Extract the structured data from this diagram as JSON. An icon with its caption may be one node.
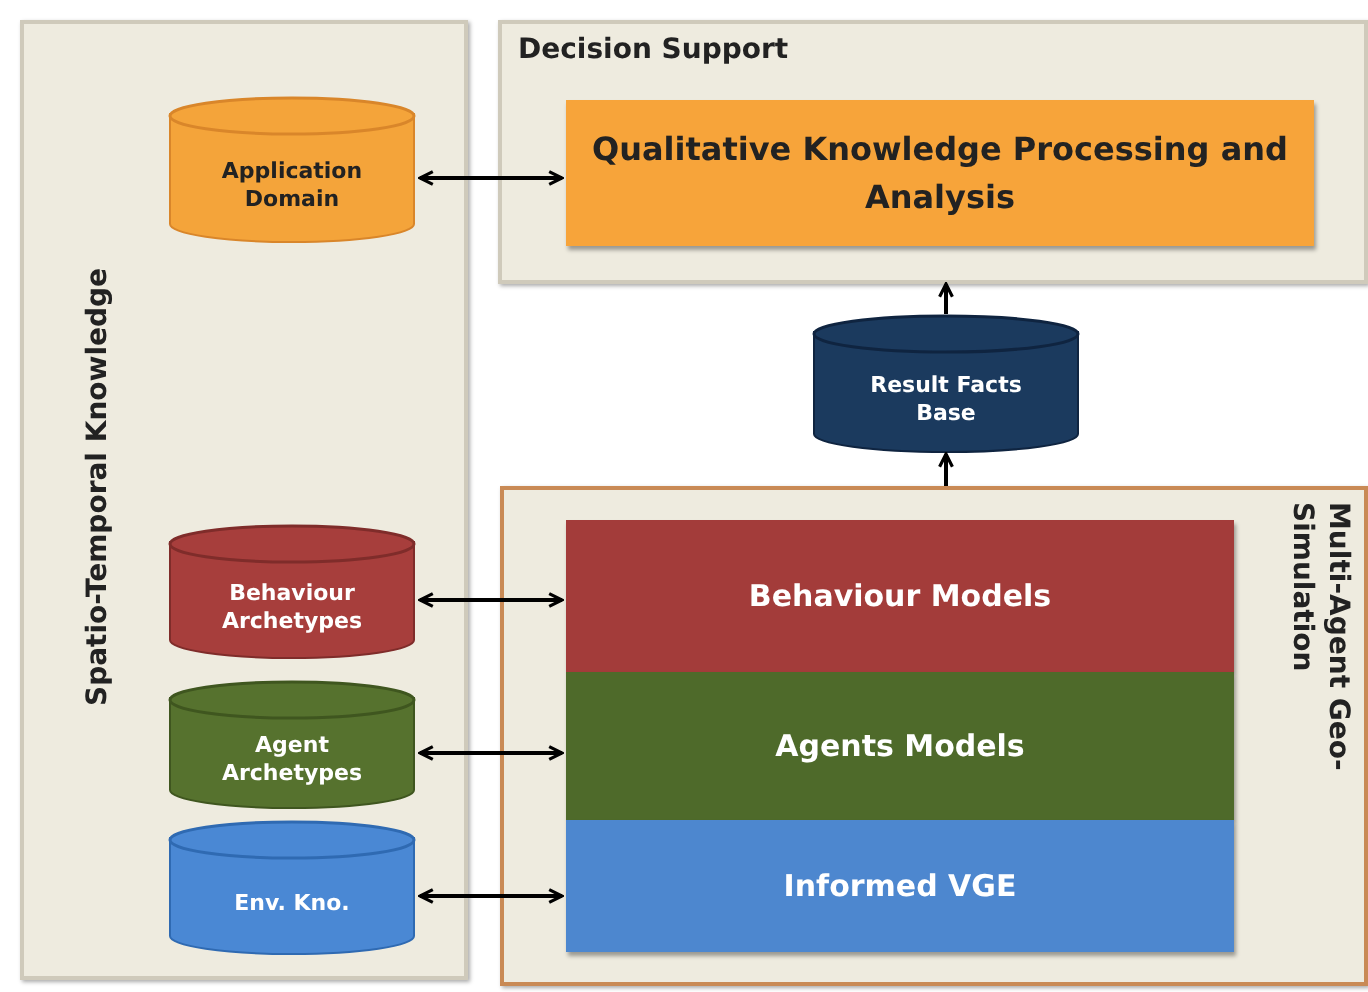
{
  "diagram": {
    "nodes": [
      {
        "text": [
          "Spatio-Temporal Knowledge"
        ]
      },
      {
        "text": [
          "Application Domain"
        ],
        "in": 0
      },
      {
        "text": [
          "Decision Support"
        ]
      },
      {
        "text": [
          "Qualitative Knowledge Processing and Analysis"
        ],
        "in": 2
      },
      {
        "text": [
          "Result Facts Base"
        ]
      },
      {
        "text": [
          "Multi-Agent Geo-Simulation"
        ]
      },
      {
        "text": [
          "Behaviour Archetypes"
        ],
        "in": 0
      },
      {
        "text": [
          "Behaviour Models"
        ],
        "in": 5
      },
      {
        "text": [
          "Agent Archetypes"
        ],
        "in": 0
      },
      {
        "text": [
          "Agents Models"
        ],
        "in": 5
      },
      {
        "text": [
          "Env. Kno."
        ],
        "in": 0
      },
      {
        "text": [
          "Informed VGE"
        ],
        "in": 5
      }
    ],
    "edges": [
      {
        "from": 1,
        "to": 3,
        "arrow": "both"
      },
      {
        "from": 4,
        "to": 2,
        "arrow": "to"
      },
      {
        "from": 5,
        "to": 4,
        "arrow": "to"
      },
      {
        "from": 6,
        "to": 7,
        "arrow": "both"
      },
      {
        "from": 8,
        "to": 9,
        "arrow": "both"
      },
      {
        "from": 10,
        "to": 11,
        "arrow": "both"
      }
    ]
  }
}
